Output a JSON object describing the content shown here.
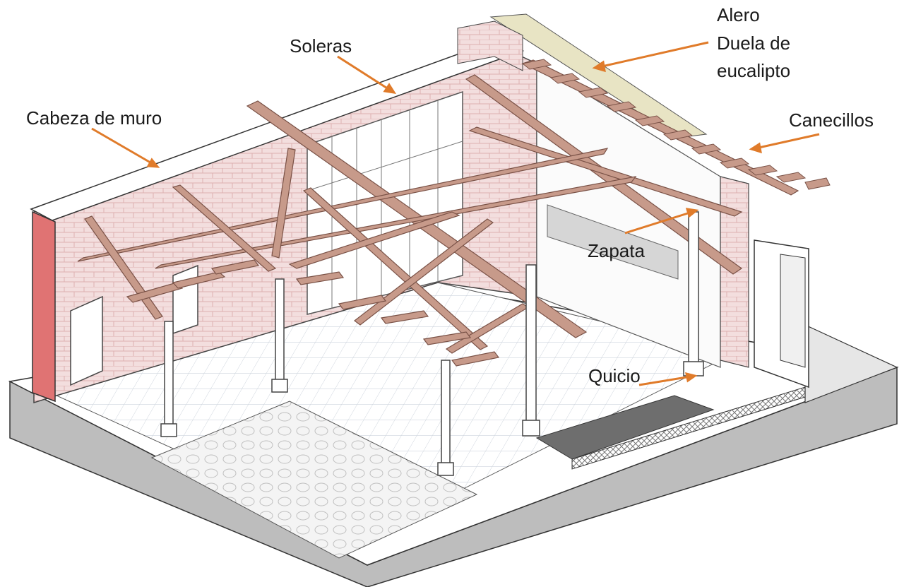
{
  "labels": {
    "alero": "Alero",
    "duela_line1": "Duela de",
    "duela_line2": "eucalipto",
    "soleras": "Soleras",
    "cabeza_de_muro": "Cabeza de muro",
    "canecillos": "Canecillos",
    "zapata": "Zapata",
    "quicio": "Quicio"
  },
  "colors": {
    "leader": "#E07B2A",
    "timber": "#C79A8A",
    "timber_dark": "#8a5d50",
    "brick_wall": "#F3DEDE",
    "brick_line": "#d9a8a8",
    "wall_cut": "#E07373",
    "slab_gray": "#CFCFCF",
    "plinth_gray": "#BDBDBD",
    "eave_board": "#E8E4C4",
    "dark_slab": "#6E6E6E"
  }
}
